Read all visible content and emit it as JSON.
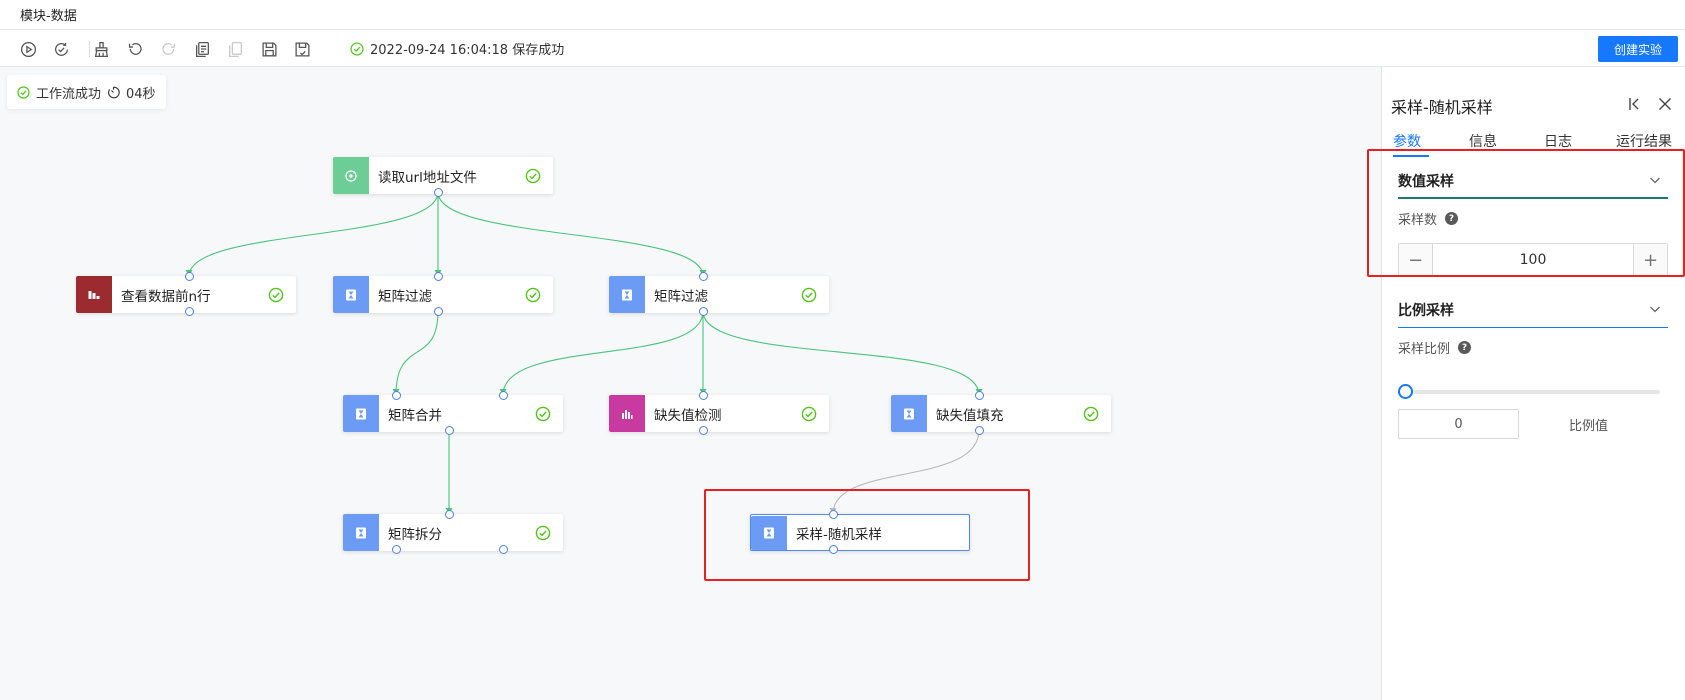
{
  "window": {
    "title": "模块-数据"
  },
  "toolbar": {
    "icons": [
      "run-icon",
      "run-all-icon",
      "clean-icon",
      "undo-icon",
      "redo-icon",
      "copy-icon",
      "paste-icon",
      "save-icon",
      "save-as-icon"
    ],
    "save_status": "2022-09-24 16:04:18 保存成功",
    "create_button": "创建实验"
  },
  "canvas": {
    "workflow_status": {
      "label": "工作流成功",
      "duration": "04秒"
    },
    "nodes": [
      {
        "id": "read-url",
        "label": "读取url地址文件",
        "color": "#6ccd96",
        "status": "success"
      },
      {
        "id": "view-head",
        "label": "查看数据前n行",
        "color": "#9b2b2f",
        "status": "success"
      },
      {
        "id": "filter-1",
        "label": "矩阵过滤",
        "color": "#6b9bf5",
        "status": "success"
      },
      {
        "id": "filter-2",
        "label": "矩阵过滤",
        "color": "#6b9bf5",
        "status": "success"
      },
      {
        "id": "merge",
        "label": "矩阵合并",
        "color": "#6b9bf5",
        "status": "success"
      },
      {
        "id": "missing-detect",
        "label": "缺失值检测",
        "color": "#c93aa0",
        "status": "success"
      },
      {
        "id": "missing-fill",
        "label": "缺失值填充",
        "color": "#6b9bf5",
        "status": "success"
      },
      {
        "id": "split",
        "label": "矩阵拆分",
        "color": "#6b9bf5",
        "status": "success"
      },
      {
        "id": "random-sample",
        "label": "采样-随机采样",
        "color": "#6b9bf5",
        "status": "selected"
      }
    ],
    "edge_colors": {
      "success": "#49c47a",
      "pending": "#b8b8b8"
    }
  },
  "panel": {
    "title": "采样-随机采样",
    "tabs": [
      {
        "label": "参数",
        "active": true
      },
      {
        "label": "信息"
      },
      {
        "label": "日志"
      },
      {
        "label": "运行结果"
      }
    ],
    "sections": {
      "count": {
        "title": "数值采样",
        "field_label": "采样数",
        "value": "100",
        "line_color": "#1a7a6e"
      },
      "ratio": {
        "title": "比例采样",
        "field_label": "采样比例",
        "slider_value": 0,
        "input_value": "0",
        "value_label": "比例值",
        "line_color": "#1677ff"
      }
    }
  }
}
